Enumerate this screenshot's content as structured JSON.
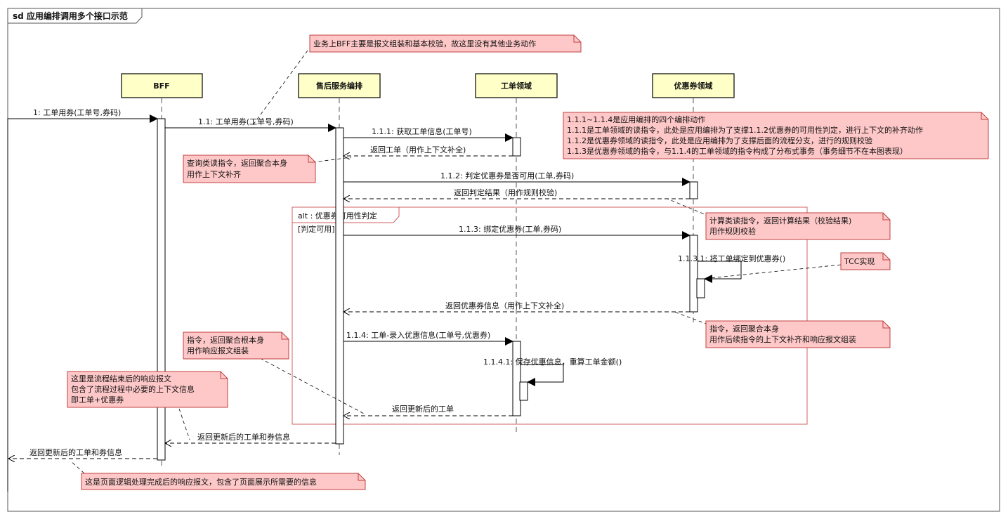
{
  "frame_title": "sd 应用编排调用多个接口示范",
  "lifelines": [
    {
      "id": "bff",
      "label": "BFF"
    },
    {
      "id": "orch",
      "label": "售后服务编排"
    },
    {
      "id": "wo",
      "label": "工单领域"
    },
    {
      "id": "cp",
      "label": "优惠券领域"
    }
  ],
  "messages": [
    {
      "id": "m1",
      "label": "1: 工单用券(工单号,券码)"
    },
    {
      "id": "m1_1",
      "label": "1.1: 工单用券(工单号,券码)"
    },
    {
      "id": "m1_1_1",
      "label": "1.1.1: 获取工单信息(工单号)"
    },
    {
      "id": "r1_1_1",
      "label": "返回工单（用作上下文补全)"
    },
    {
      "id": "m1_1_2",
      "label": "1.1.2: 判定优惠券是否可用(工单,券码)"
    },
    {
      "id": "r1_1_2",
      "label": "返回判定结果（用作规则校验)"
    },
    {
      "id": "m1_1_3",
      "label": "1.1.3: 绑定优惠券(工单,券码)"
    },
    {
      "id": "m1_1_3_1",
      "label": "1.1.3.1: 将工单绑定到优惠券()"
    },
    {
      "id": "r1_1_3",
      "label": "返回优惠券信息（用作上下文补全)"
    },
    {
      "id": "m1_1_4",
      "label": "1.1.4: 工单-录入优惠信息(工单号,优惠券)"
    },
    {
      "id": "m1_1_4_1",
      "label": "1.1.4.1: 保存优惠信息，重算工单金额()"
    },
    {
      "id": "r1_1_4",
      "label": "返回更新后的工单"
    },
    {
      "id": "r1_1",
      "label": "返回更新后的工单和券信息"
    },
    {
      "id": "r1",
      "label": "返回更新后的工单和券信息"
    }
  ],
  "alt_fragment": {
    "title": "alt : 优惠券可用性判定",
    "guard": "[判定可用]"
  },
  "notes": [
    {
      "id": "n_bff",
      "lines": [
        "业务上BFF主要是报文组装和基本校验，故这里没有其他业务动作"
      ]
    },
    {
      "id": "n_steps",
      "lines": [
        "1.1.1~1.1.4是应用编排的四个编排动作",
        "1.1.1是工单领域的读指令，此处是应用编排为了支撑1.1.2优惠券的可用性判定，进行上下文的补齐动作",
        "1.1.2是优惠券领域的读指令，此处是应用编排为了支撑后面的流程分支，进行的规则校验",
        "1.1.3是优惠券领域的指令，与1.1.4的工单领域的指令构成了分布式事务（事务细节不在本图表现）"
      ]
    },
    {
      "id": "n_query",
      "lines": [
        "查询类读指令，返回聚合本身",
        "用作上下文补齐"
      ]
    },
    {
      "id": "n_calc",
      "lines": [
        "计算类读指令，返回计算结果（校验结果)",
        "用作规则校验"
      ]
    },
    {
      "id": "n_tcc",
      "lines": [
        "TCC实现"
      ]
    },
    {
      "id": "n_cmd_cp",
      "lines": [
        "指令，返回聚合本身",
        "用作后续指令的上下文补齐和响应报文组装"
      ]
    },
    {
      "id": "n_cmd_wo",
      "lines": [
        "指令，返回聚合根本身",
        "用作响应报文组装"
      ]
    },
    {
      "id": "n_resp",
      "lines": [
        "这里是流程结束后的响应报文",
        "包含了流程过程中必要的上下文信息",
        "即工单+优惠券"
      ]
    },
    {
      "id": "n_page",
      "lines": [
        "这是页面逻辑处理完成后的响应报文，包含了页面展示所需要的信息"
      ]
    }
  ],
  "colors": {
    "lifeline_fill": "#ffffc8",
    "note_fill": "#ffc8c8",
    "note_border": "#c04040",
    "fragment_border": "#d06060"
  }
}
